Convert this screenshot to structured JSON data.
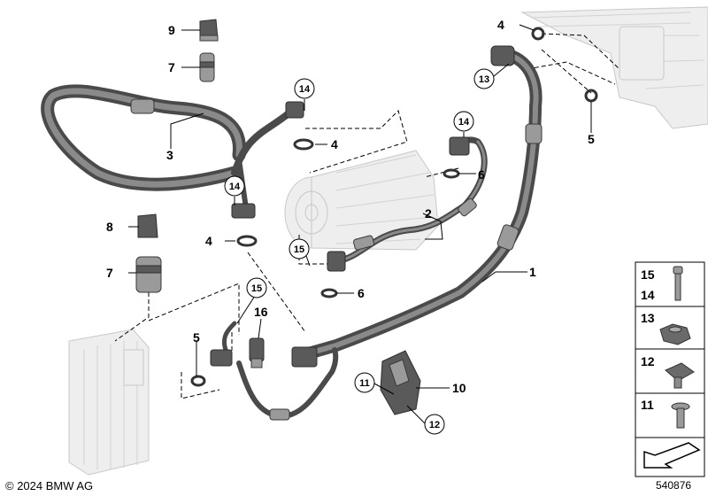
{
  "callouts": {
    "c1": "1",
    "c2": "2",
    "c3": "3",
    "c4a": "4",
    "c4b": "4",
    "c4c": "4",
    "c5a": "5",
    "c5b": "5",
    "c6a": "6",
    "c6b": "6",
    "c7a": "7",
    "c7b": "7",
    "c8": "8",
    "c9": "9",
    "c10": "10",
    "c11": "11",
    "c12": "12",
    "c13": "13",
    "c14a": "14",
    "c14b": "14",
    "c14c": "14",
    "c15a": "15",
    "c15b": "15",
    "c16": "16"
  },
  "legend": {
    "box1_a": "15",
    "box1_b": "14",
    "box2": "13",
    "box3": "12",
    "box4": "11"
  },
  "footer": {
    "copyright": "© 2024 BMW AG",
    "diagram_number": "540876"
  }
}
